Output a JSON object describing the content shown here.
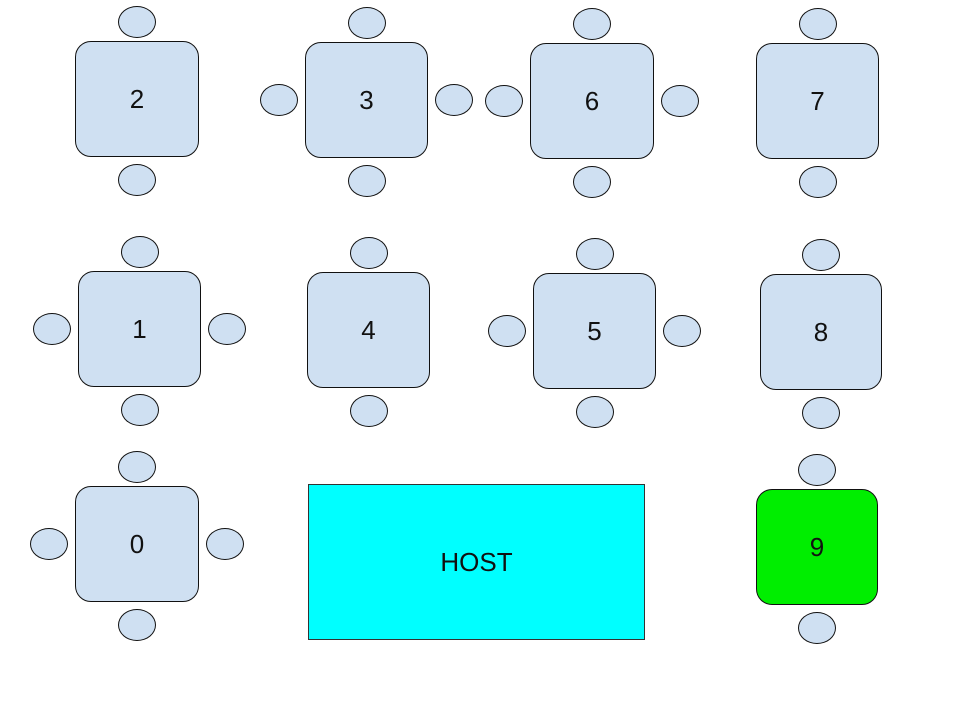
{
  "colors": {
    "table_fill": "#cfe0f2",
    "available_table_fill": "#00ee00",
    "chair_fill": "#cfe0f2",
    "host_fill": "#00ffff",
    "outline": "#111111"
  },
  "host": {
    "label": "HOST"
  },
  "tables": [
    {
      "id": "2",
      "label": "2",
      "status": "default",
      "chairs": [
        "top",
        "bottom"
      ]
    },
    {
      "id": "3",
      "label": "3",
      "status": "default",
      "chairs": [
        "top",
        "bottom",
        "left",
        "right"
      ]
    },
    {
      "id": "6",
      "label": "6",
      "status": "default",
      "chairs": [
        "top",
        "bottom",
        "left",
        "right"
      ]
    },
    {
      "id": "7",
      "label": "7",
      "status": "default",
      "chairs": [
        "top",
        "bottom"
      ]
    },
    {
      "id": "1",
      "label": "1",
      "status": "default",
      "chairs": [
        "top",
        "bottom",
        "left",
        "right"
      ]
    },
    {
      "id": "4",
      "label": "4",
      "status": "default",
      "chairs": [
        "top",
        "bottom"
      ]
    },
    {
      "id": "5",
      "label": "5",
      "status": "default",
      "chairs": [
        "top",
        "bottom",
        "left",
        "right"
      ]
    },
    {
      "id": "8",
      "label": "8",
      "status": "default",
      "chairs": [
        "top",
        "bottom"
      ]
    },
    {
      "id": "0",
      "label": "0",
      "status": "default",
      "chairs": [
        "top",
        "bottom",
        "left",
        "right"
      ]
    },
    {
      "id": "9",
      "label": "9",
      "status": "highlighted",
      "chairs": [
        "top",
        "bottom"
      ]
    }
  ]
}
